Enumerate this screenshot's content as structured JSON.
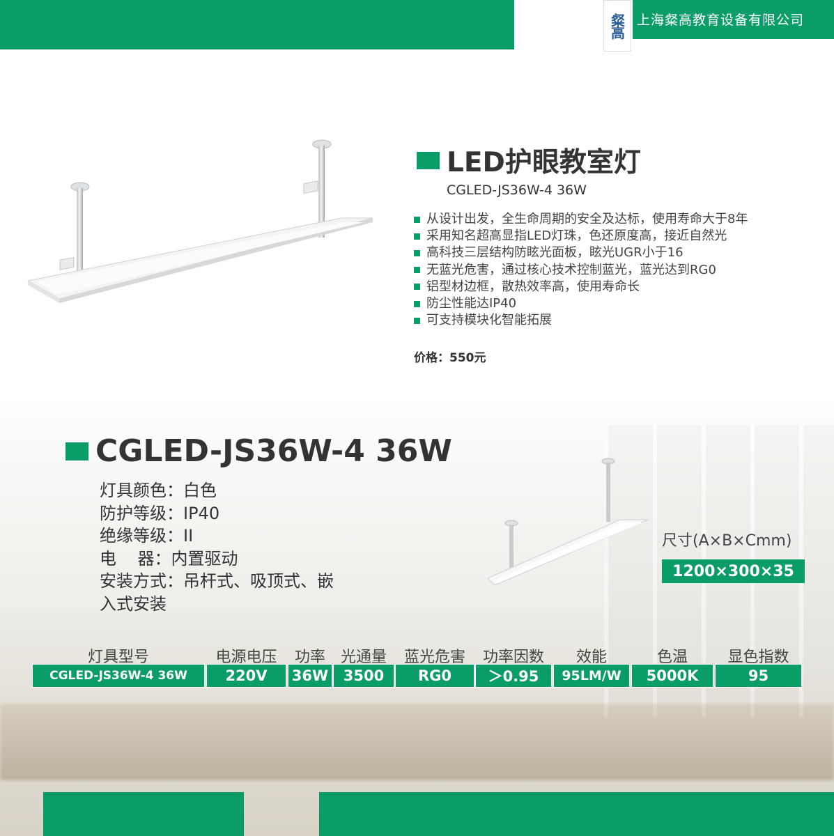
{
  "header": {
    "company": "上海粲高教育设备有限公司",
    "logo_text": "粲高"
  },
  "product": {
    "title": "LED护眼教室灯",
    "model_line": "CGLED-JS36W-4 36W",
    "features": [
      "从设计出发，全生命周期的安全及达标，使用寿命大于8年",
      "采用知名超高显指LED灯珠，色还原度高，接近自然光",
      "高科技三层结构防眩光面板，眩光UGR小于16",
      "无蓝光危害，通过核心技术控制蓝光，蓝光达到RG0",
      "铝型材边框，散热效率高，使用寿命长",
      "防尘性能达IP40",
      "可支持模块化智能拓展"
    ],
    "price": "价格：550元"
  },
  "detail": {
    "title": "CGLED-JS36W-4 36W",
    "specs": [
      "灯具颜色：白色",
      "防护等级：IP40",
      "绝缘等级：II",
      "电    器：内置驱动",
      "安装方式：吊杆式、吸顶式、嵌\n入式安装"
    ],
    "size_label": "尺寸(A×B×Cmm)",
    "size_value": "1200×300×35"
  },
  "table": {
    "headers": [
      "灯具型号",
      "电源电压",
      "功率",
      "光通量",
      "蓝光危害",
      "功率因数",
      "效能",
      "色温",
      "显色指数"
    ],
    "values": [
      "CGLED-JS36W-4 36W",
      "220V",
      "36W",
      "3500",
      "RG0",
      "＞0.95",
      "95LM/W",
      "5000K",
      "95"
    ]
  },
  "colors": {
    "brand_green": "#0b9d67"
  }
}
